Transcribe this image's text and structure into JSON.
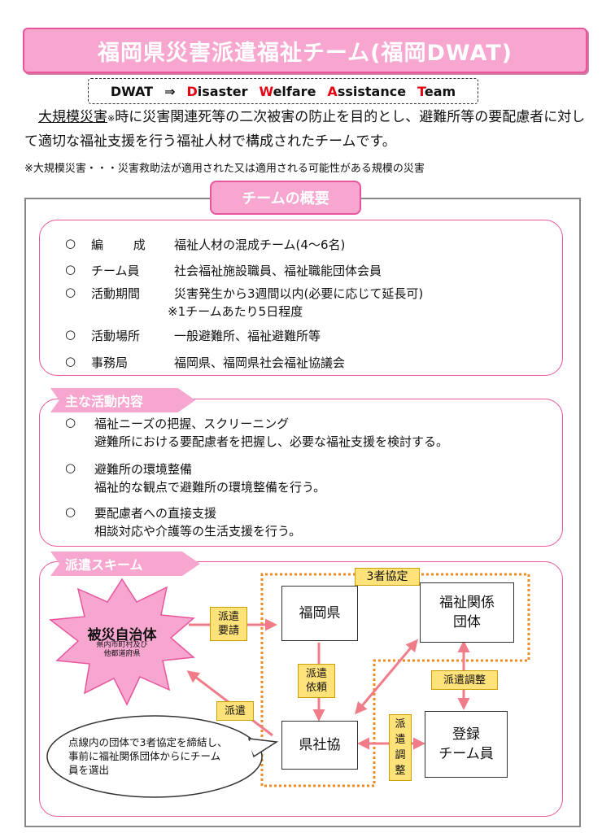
{
  "title": "福岡県災害派遣福祉チーム(福岡DWAT)",
  "dwat": {
    "abbr": "DWAT",
    "arrow": "⇒",
    "words": [
      {
        "initial": "D",
        "rest": "isaster"
      },
      {
        "initial": "W",
        "rest": "elfare"
      },
      {
        "initial": "A",
        "rest": "ssistance"
      },
      {
        "initial": "T",
        "rest": "eam"
      }
    ]
  },
  "intro": {
    "underlined": "大規模災害",
    "mark": "※",
    "rest": "時に災害関連死等の二次被害の防止を目的とし、避難所等の要配慮者に対して適切な福祉支援を行う福祉人材で構成されたチームです。"
  },
  "note": "※大規模災害・・・災害救助法が適用された又は適用される可能性がある規模の災害",
  "overview": {
    "heading": "チームの概要",
    "bullet": "○",
    "items": [
      {
        "label": "編 成",
        "value": "福祉人材の混成チーム(4～6名)"
      },
      {
        "label": "チーム員",
        "value": "社会福祉施設職員、福祉職能団体会員"
      },
      {
        "label": "活動期間",
        "value": "災害発生から3週間以内(必要に応じて延長可)"
      },
      {
        "label": "",
        "value": "※1チームあたり5日程度"
      },
      {
        "label": "活動場所",
        "value": "一般避難所、福祉避難所等"
      },
      {
        "label": "事務局",
        "value": "福岡県、福岡県社会福祉協議会"
      }
    ]
  },
  "activities": {
    "heading": "主な活動内容",
    "bullet": "○",
    "items": [
      {
        "title": "福祉ニーズの把握、スクリーニング",
        "desc": "避難所における要配慮者を把握し、必要な福祉支援を検討する。"
      },
      {
        "title": "避難所の環境整備",
        "desc": "福祉的な観点で避難所の環境整備を行う。"
      },
      {
        "title": "要配慮者への直接支援",
        "desc": "相談対応や介護等の生活支援を行う。"
      }
    ]
  },
  "scheme": {
    "heading": "派遣スキーム",
    "disaster": {
      "title": "被災自治体",
      "sub1": "県内市町村及び",
      "sub2": "他都道府県"
    },
    "nodes": {
      "fukuoka": "福岡県",
      "welfare1": "福祉関係",
      "welfare2": "団体",
      "council": "県社協",
      "reg1": "登録",
      "reg2": "チーム員"
    },
    "labels": {
      "agreement": "3者協定",
      "request1": "派遣",
      "request2": "要請",
      "dispatch_req1": "派遣",
      "dispatch_req2": "依頼",
      "dispatch": "派遣",
      "coord": "派遣調整",
      "vcoord": [
        "派",
        "遣",
        "調",
        "整"
      ]
    },
    "bubble": "点線内の団体で3者協定を締結し、事前に福祉関係団体からにチーム員を選出"
  },
  "colors": {
    "pink": "#f7a6cf",
    "pink_border": "#e8559c",
    "accent_red": "#e60012",
    "orange_dotted": "#f08a24",
    "yellow": "#ffe27a"
  }
}
